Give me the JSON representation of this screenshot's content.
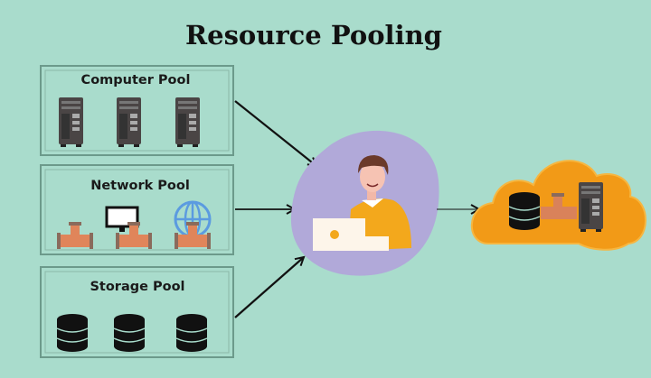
{
  "title": "Resource Pooling",
  "pools": [
    {
      "label": "Computer Pool",
      "icons": [
        "server-icon",
        "server-icon",
        "server-icon"
      ]
    },
    {
      "label": "Network Pool",
      "icons": [
        "pipe-tee-icon",
        "monitor-pipe-icon",
        "globe-pipe-icon"
      ]
    },
    {
      "label": "Storage Pool",
      "icons": [
        "database-icon",
        "database-icon",
        "database-icon"
      ]
    }
  ],
  "colors": {
    "background": "#a9dccc",
    "blob": "#b1a9d9",
    "cloud": "#f29a17",
    "pipe": "#d9825a"
  }
}
